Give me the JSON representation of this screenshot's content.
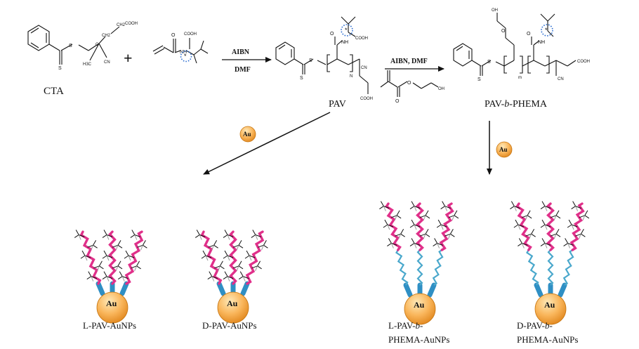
{
  "labels": {
    "cta": "CTA",
    "plus": "+",
    "reagent1_top": "AIBN",
    "reagent1_bottom": "DMF",
    "reagent2": "AIBN, DMF",
    "pav": "PAV",
    "pav_b_phema": {
      "pre": "PAV-",
      "italic": "b",
      "post": "-PHEMA"
    },
    "au": "Au"
  },
  "chem_text": {
    "cooh": "COOH",
    "oh": "OH",
    "cn": "CN",
    "nh": "NH",
    "h": "H",
    "s": "S",
    "o": "O",
    "n": "N",
    "m": "m",
    "h3c": "H3C",
    "ch2": "CH2",
    "c": "C",
    "star": "*"
  },
  "products": [
    {
      "id": "l-pav-aunps",
      "line1": "L-PAV-AuNPs"
    },
    {
      "id": "d-pav-aunps",
      "line1": "D-PAV-AuNPs"
    },
    {
      "id": "l-pav-b-phema-aunps",
      "line1_pre": "L-PAV-",
      "line1_italic": "b",
      "line1_post": "-",
      "line2": "PHEMA-AuNPs"
    },
    {
      "id": "d-pav-b-phema-aunps",
      "line1_pre": "D-PAV-",
      "line1_italic": "b",
      "line1_post": "-",
      "line2": "PHEMA-AuNPs"
    }
  ],
  "colors": {
    "pav_chain": "#e0308a",
    "phema_chain": "#4aa8cc",
    "anchor": "#2f8fc4",
    "gold_light": "#ffd28a",
    "gold_dark": "#e0861c",
    "highlight_dots": "#2f6fd0"
  }
}
